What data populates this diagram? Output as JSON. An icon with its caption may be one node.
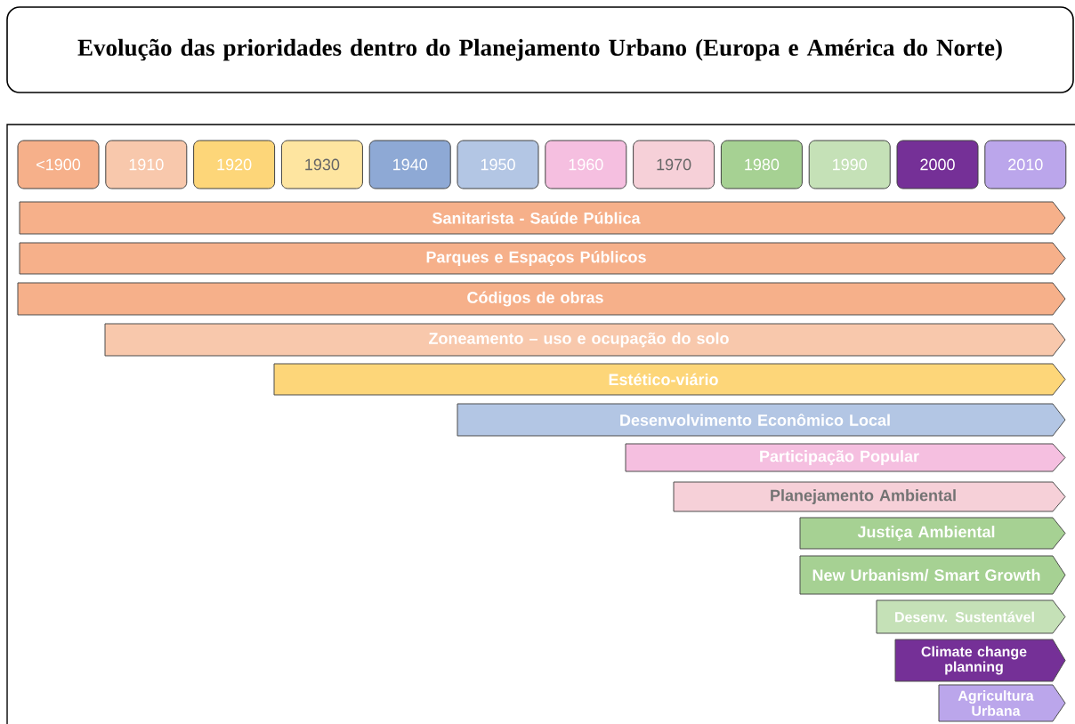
{
  "diagram": {
    "title": "Evolução das prioridades dentro do Planejamento Urbano (Europa e América do Norte)",
    "nodes": [
      {
        "text": [
          "<1900"
        ]
      },
      {
        "text": [
          "1910"
        ]
      },
      {
        "text": [
          "1920"
        ]
      },
      {
        "text": [
          "1930"
        ]
      },
      {
        "text": [
          "1940"
        ]
      },
      {
        "text": [
          "1950"
        ]
      },
      {
        "text": [
          "1960"
        ]
      },
      {
        "text": [
          "1970"
        ]
      },
      {
        "text": [
          "1980"
        ]
      },
      {
        "text": [
          "1990"
        ]
      },
      {
        "text": [
          "2000"
        ]
      },
      {
        "text": [
          "2010"
        ]
      },
      {
        "text": [
          "Sanitarista - Saúde Pública"
        ]
      },
      {
        "text": [
          "Parques e Espaços Públicos"
        ]
      },
      {
        "text": [
          "Códigos de obras"
        ]
      },
      {
        "text": [
          "Zoneamento – uso e ocupação do solo"
        ]
      },
      {
        "text": [
          "Estético-viário"
        ]
      },
      {
        "text": [
          "Desenvolvimento Econômico Local"
        ]
      },
      {
        "text": [
          "Participação Popular"
        ]
      },
      {
        "text": [
          "Planejamento Ambiental"
        ]
      },
      {
        "text": [
          "Justiça Ambiental"
        ]
      },
      {
        "text": [
          "New Urbanism/ Smart Growth"
        ]
      },
      {
        "text": [
          "Desenv. Sustentável"
        ]
      },
      {
        "text": [
          "Climate change planning"
        ]
      },
      {
        "text": [
          "Agricultura Urbana"
        ]
      }
    ]
  }
}
